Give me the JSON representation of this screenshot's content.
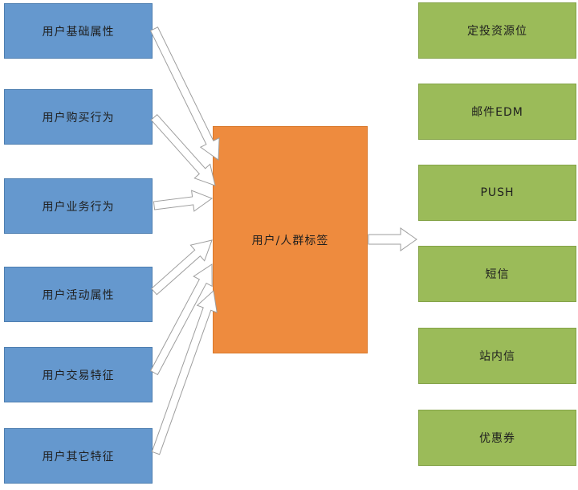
{
  "diagram": {
    "title": "",
    "sources": [
      {
        "label": "用户基础属性"
      },
      {
        "label": "用户购买行为"
      },
      {
        "label": "用户业务行为"
      },
      {
        "label": "用户活动属性"
      },
      {
        "label": "用户交易特征"
      },
      {
        "label": "用户其它特征"
      }
    ],
    "center": {
      "label": "用户/人群标签"
    },
    "channels": [
      {
        "label": "定投资源位"
      },
      {
        "label": "邮件EDM"
      },
      {
        "label": "PUSH"
      },
      {
        "label": "短信"
      },
      {
        "label": "站内信"
      },
      {
        "label": "优惠券"
      }
    ],
    "colors": {
      "source_fill": "#6598ce",
      "source_border": "#4d7eb0",
      "center_fill": "#ee8b3e",
      "center_border": "#d9782a",
      "channel_fill": "#9bbb59",
      "channel_border": "#84a348",
      "arrow_fill": "#ffffff",
      "arrow_stroke": "#9e9e9e"
    }
  }
}
